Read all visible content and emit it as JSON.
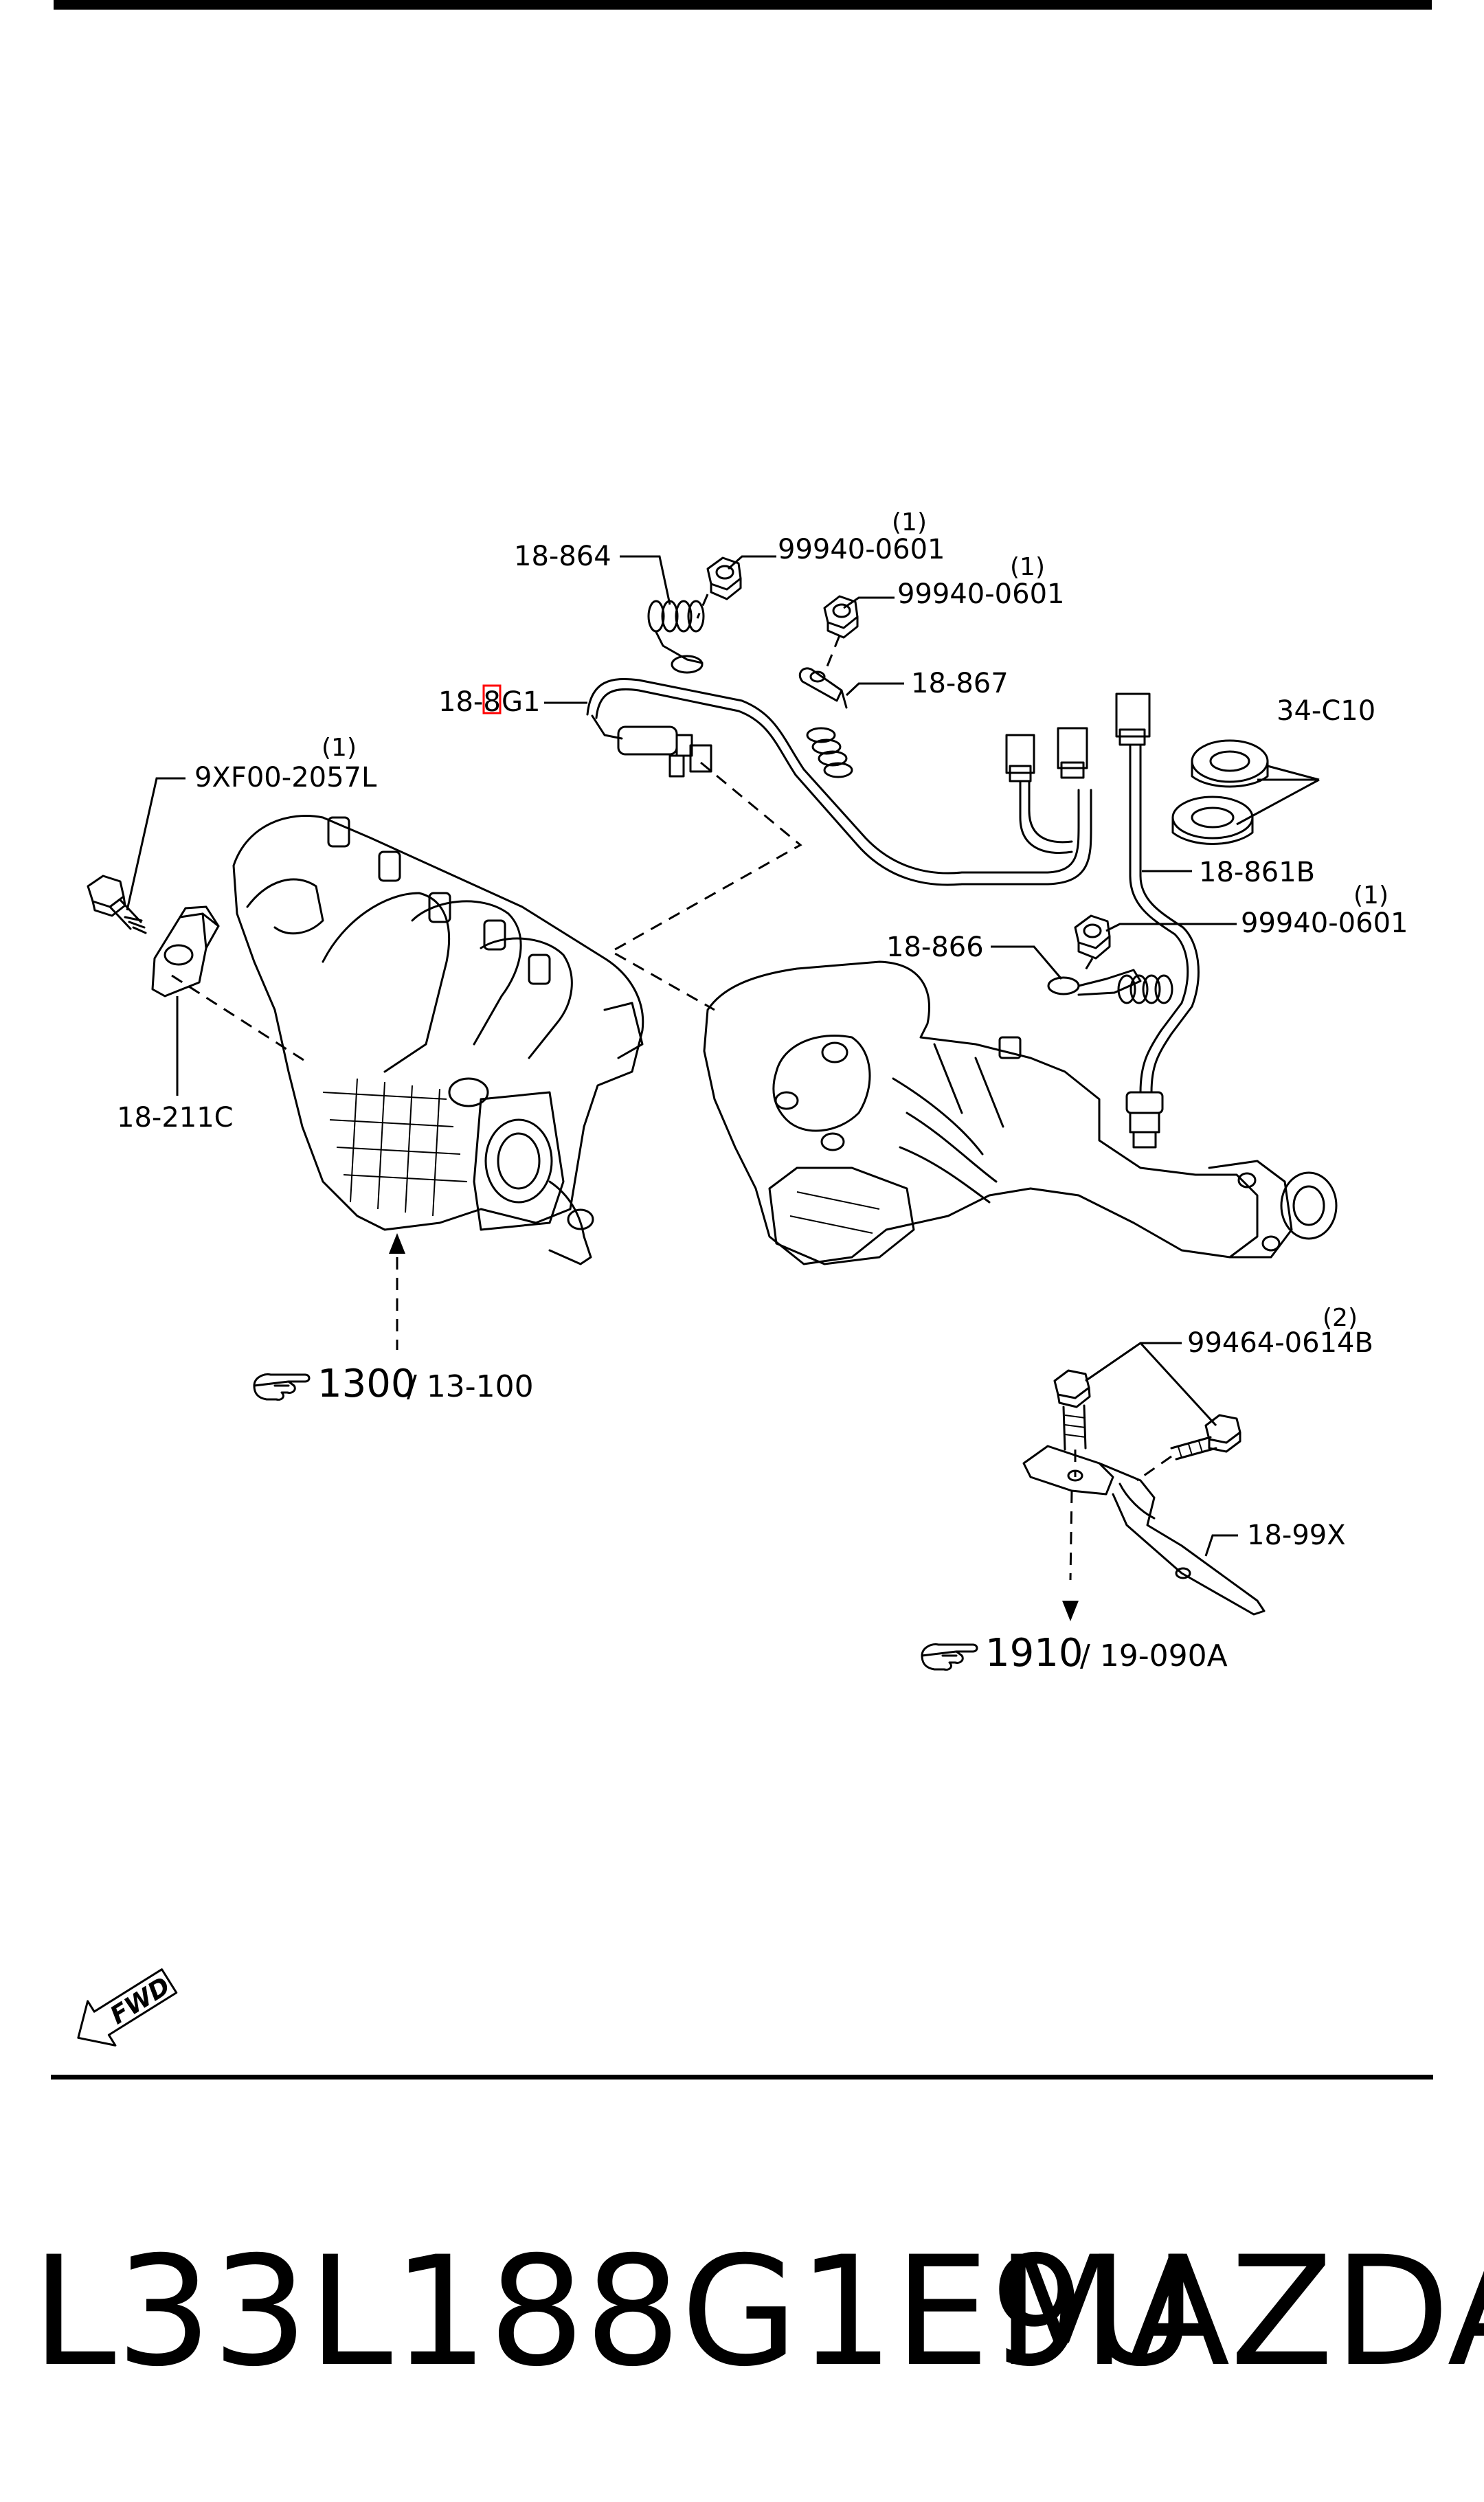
{
  "labels": {
    "l1": "18-864",
    "l2": "99940-0601",
    "l3": "99940-0601",
    "l4": "18-867",
    "l5_pre": "18-8",
    "l5_post": "G1",
    "l6": "34-C10",
    "l7": "9XF00-2057L",
    "l8": "18-861B",
    "l9": "18-866",
    "l10": "99940-0601",
    "l11": "18-211C",
    "l12": "99464-0614B",
    "l13": "18-99X"
  },
  "quantities": {
    "q1": "(1)",
    "q2": "(1)",
    "q3": "(1)",
    "q4": "(1)",
    "q5": "(2)"
  },
  "references": {
    "r1_main": "1300",
    "r1_sub": "/ 13-100",
    "r2_main": "1910",
    "r2_sub": "/ 19-090A"
  },
  "fwd": "FWD",
  "footer": {
    "part_number": "L33L188G1E9U",
    "brand": "MAZDA"
  },
  "colors": {
    "highlight": "#ff0000",
    "line": "#000000"
  }
}
